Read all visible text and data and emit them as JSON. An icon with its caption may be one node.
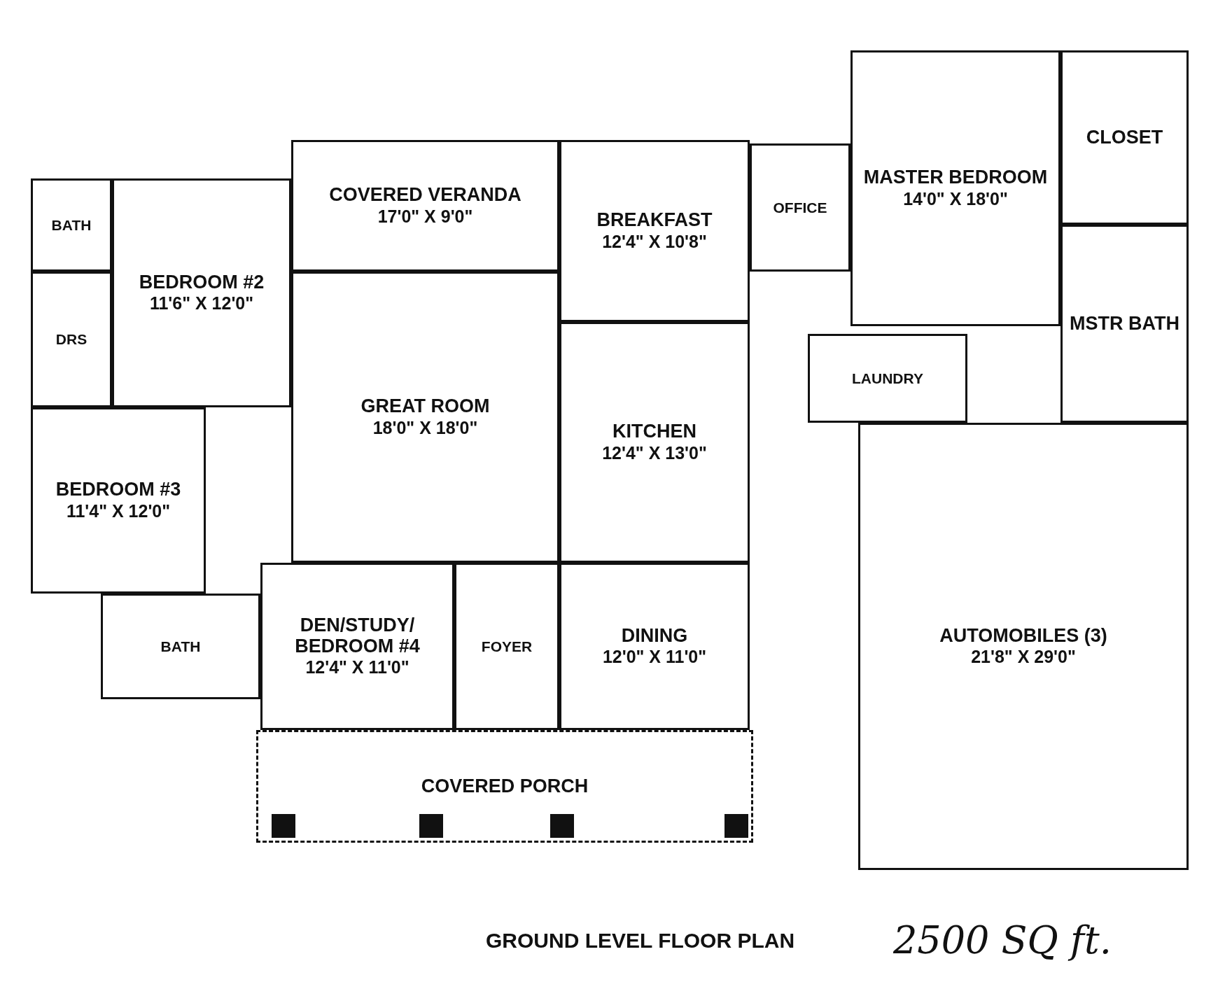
{
  "diagram": {
    "caption": "GROUND LEVEL FLOOR PLAN",
    "nodes": [
      {
        "text": [
          "BATH"
        ]
      },
      {
        "text": [
          "DRS"
        ]
      },
      {
        "text": [
          "BEDROOM #2",
          "11'6\" X 12'0\""
        ]
      },
      {
        "text": [
          "COVERED VERANDA",
          "17'0\" X 9'0\""
        ]
      },
      {
        "text": [
          "BREAKFAST",
          "12'4\" X 10'8\""
        ]
      },
      {
        "text": [
          "OFFICE"
        ]
      },
      {
        "text": [
          "MASTER BEDROOM",
          "14'0\" X 18'0\""
        ]
      },
      {
        "text": [
          "CLOSET"
        ]
      },
      {
        "text": [
          "MSTR BATH"
        ]
      },
      {
        "text": [
          "LAUNDRY"
        ]
      },
      {
        "text": [
          "GREAT ROOM",
          "18'0\" X 18'0\""
        ]
      },
      {
        "text": [
          "KITCHEN",
          "12'4\" X 13'0\""
        ]
      },
      {
        "text": [
          "BEDROOM #3",
          "11'4\" X 12'0\""
        ]
      },
      {
        "text": [
          "BATH"
        ]
      },
      {
        "text": [
          "DEN/STUDY/ BEDROOM #4",
          "12'4\" X 11'0\""
        ]
      },
      {
        "text": [
          "FOYER"
        ]
      },
      {
        "text": [
          "DINING",
          "12'0\" X 11'0\""
        ]
      },
      {
        "text": [
          "AUTOMOBILES (3)",
          "21'8\" X 29'0\""
        ]
      },
      {
        "text": [
          "COVERED PORCH"
        ]
      }
    ],
    "edges": [],
    "labels": [
      "2500 SQ ft."
    ]
  }
}
